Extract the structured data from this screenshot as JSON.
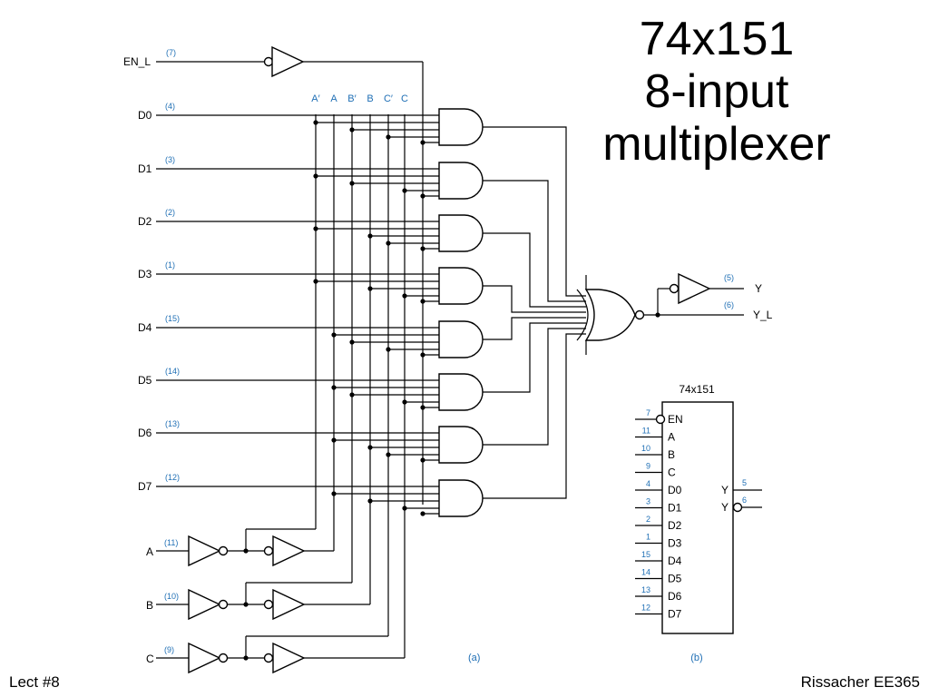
{
  "title": {
    "line1": "74x151",
    "line2": "8-input",
    "line3": "multiplexer"
  },
  "footer": {
    "left": "Lect #8",
    "right": "Rissacher EE365"
  },
  "diagram_a": {
    "caption": "(a)",
    "enable": {
      "label": "EN_L",
      "pin": "(7)"
    },
    "data_inputs": [
      {
        "label": "D0",
        "pin": "(4)"
      },
      {
        "label": "D1",
        "pin": "(3)"
      },
      {
        "label": "D2",
        "pin": "(2)"
      },
      {
        "label": "D3",
        "pin": "(1)"
      },
      {
        "label": "D4",
        "pin": "(15)"
      },
      {
        "label": "D5",
        "pin": "(14)"
      },
      {
        "label": "D6",
        "pin": "(13)"
      },
      {
        "label": "D7",
        "pin": "(12)"
      }
    ],
    "select_inputs": [
      {
        "label": "A",
        "pin": "(11)"
      },
      {
        "label": "B",
        "pin": "(10)"
      },
      {
        "label": "C",
        "pin": "(9)"
      }
    ],
    "select_bus_labels": [
      "A′",
      "A",
      "B′",
      "B",
      "C′",
      "C"
    ],
    "outputs": [
      {
        "label": "Y",
        "pin": "(5)"
      },
      {
        "label": "Y_L",
        "pin": "(6)"
      }
    ]
  },
  "diagram_b": {
    "caption": "(b)",
    "chip_name": "74x151",
    "inputs": [
      {
        "pin": "7",
        "label": "EN"
      },
      {
        "pin": "11",
        "label": "A"
      },
      {
        "pin": "10",
        "label": "B"
      },
      {
        "pin": "9",
        "label": "C"
      },
      {
        "pin": "4",
        "label": "D0"
      },
      {
        "pin": "3",
        "label": "D1"
      },
      {
        "pin": "2",
        "label": "D2"
      },
      {
        "pin": "1",
        "label": "D3"
      },
      {
        "pin": "15",
        "label": "D4"
      },
      {
        "pin": "14",
        "label": "D5"
      },
      {
        "pin": "13",
        "label": "D6"
      },
      {
        "pin": "12",
        "label": "D7"
      }
    ],
    "outputs": [
      {
        "pin": "5",
        "label": "Y"
      },
      {
        "pin": "6",
        "label": "Y"
      }
    ]
  }
}
